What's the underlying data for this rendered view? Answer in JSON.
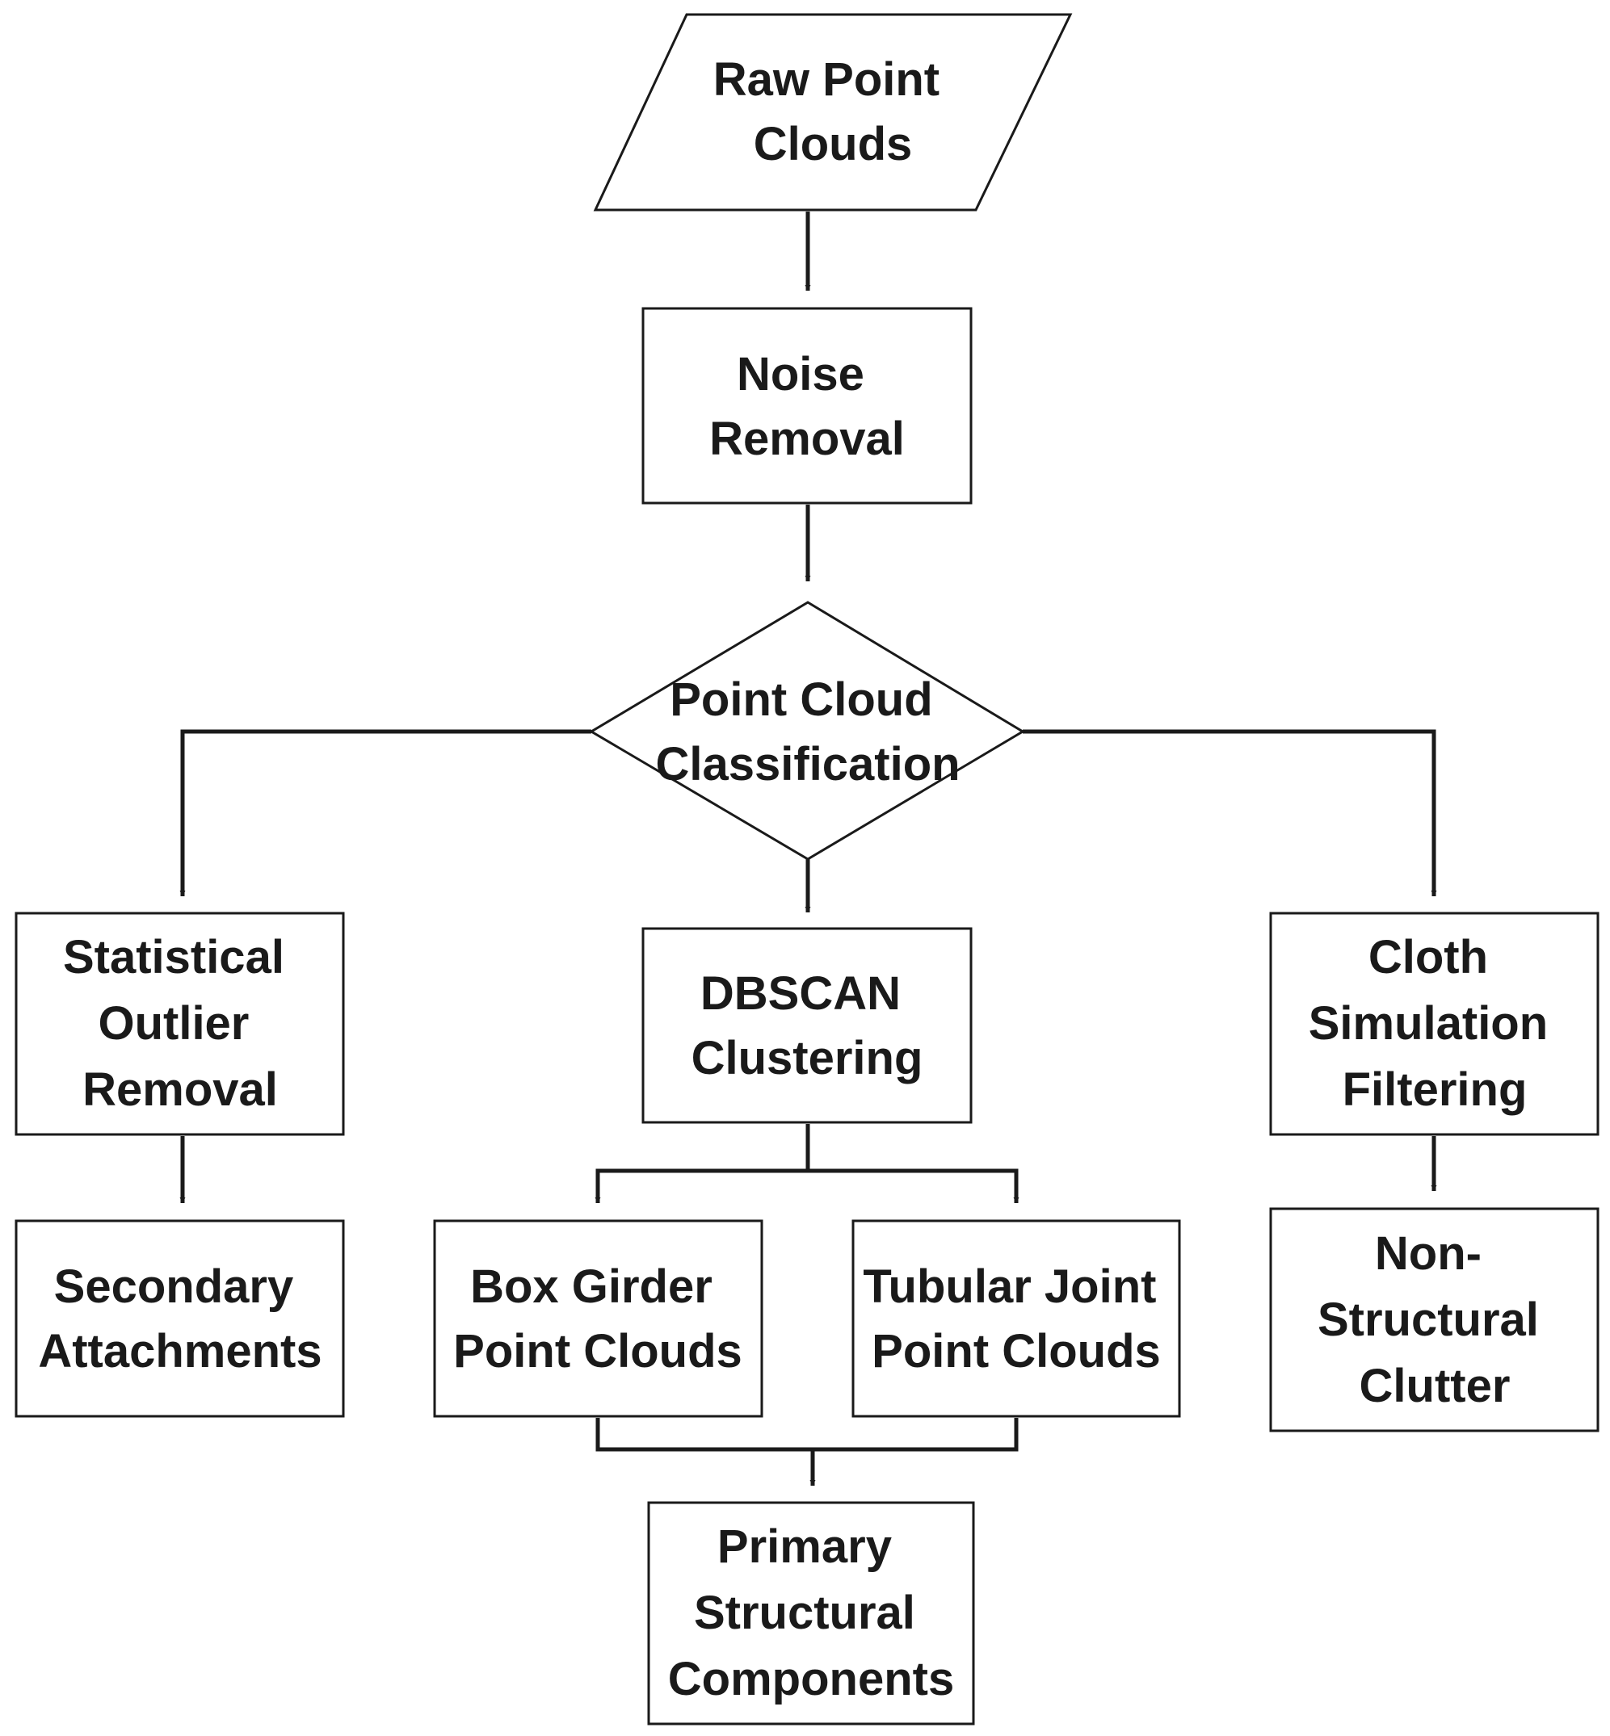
{
  "colors": {
    "background": "#ffffff",
    "stroke": "#1a1a1a",
    "text": "#1a1a1a"
  },
  "nodes": {
    "raw_point_clouds": {
      "shape": "parallelogram",
      "lines": [
        "Raw Point",
        "Clouds"
      ]
    },
    "noise_removal": {
      "shape": "rectangle",
      "lines": [
        "Noise",
        "Removal"
      ]
    },
    "point_cloud_classification": {
      "shape": "diamond",
      "lines": [
        "Point Cloud",
        "Classification"
      ]
    },
    "statistical_outlier_removal": {
      "shape": "rectangle",
      "lines": [
        "Statistical",
        "Outlier",
        "Removal"
      ]
    },
    "dbscan_clustering": {
      "shape": "rectangle",
      "lines": [
        "DBSCAN",
        "Clustering"
      ]
    },
    "cloth_simulation_filtering": {
      "shape": "rectangle",
      "lines": [
        "Cloth",
        "Simulation",
        "Filtering"
      ]
    },
    "secondary_attachments": {
      "shape": "rectangle",
      "lines": [
        "Secondary",
        "Attachments"
      ]
    },
    "box_girder_point_clouds": {
      "shape": "rectangle",
      "lines": [
        "Box Girder",
        "Point Clouds"
      ]
    },
    "tubular_joint_point_clouds": {
      "shape": "rectangle",
      "lines": [
        "Tubular Joint",
        "Point Clouds"
      ]
    },
    "non_structural_clutter": {
      "shape": "rectangle",
      "lines": [
        "Non-",
        "Structural",
        "Clutter"
      ]
    },
    "primary_structural_components": {
      "shape": "rectangle",
      "lines": [
        "Primary",
        "Structural",
        "Components"
      ]
    }
  },
  "edges": [
    {
      "from": "raw_point_clouds",
      "to": "noise_removal"
    },
    {
      "from": "noise_removal",
      "to": "point_cloud_classification"
    },
    {
      "from": "point_cloud_classification",
      "to": "statistical_outlier_removal"
    },
    {
      "from": "point_cloud_classification",
      "to": "dbscan_clustering"
    },
    {
      "from": "point_cloud_classification",
      "to": "cloth_simulation_filtering"
    },
    {
      "from": "statistical_outlier_removal",
      "to": "secondary_attachments"
    },
    {
      "from": "dbscan_clustering",
      "to": "box_girder_point_clouds"
    },
    {
      "from": "dbscan_clustering",
      "to": "tubular_joint_point_clouds"
    },
    {
      "from": "cloth_simulation_filtering",
      "to": "non_structural_clutter"
    },
    {
      "from": "box_girder_point_clouds",
      "to": "primary_structural_components"
    },
    {
      "from": "tubular_joint_point_clouds",
      "to": "primary_structural_components"
    }
  ]
}
